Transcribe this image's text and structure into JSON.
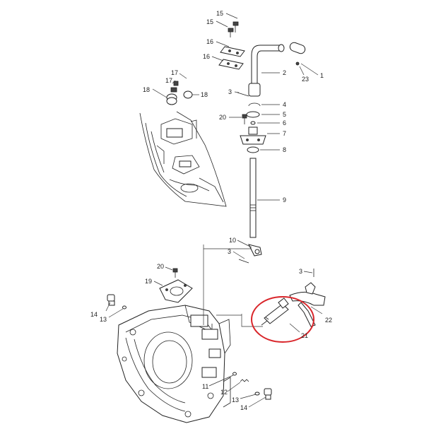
{
  "diagram": {
    "callouts": [
      {
        "id": "c15a",
        "text": "15"
      },
      {
        "id": "c15b",
        "text": "15"
      },
      {
        "id": "c16a",
        "text": "16"
      },
      {
        "id": "c16b",
        "text": "16"
      },
      {
        "id": "c2",
        "text": "2"
      },
      {
        "id": "c23",
        "text": "23"
      },
      {
        "id": "c1",
        "text": "1"
      },
      {
        "id": "c17a",
        "text": "17"
      },
      {
        "id": "c17b",
        "text": "17"
      },
      {
        "id": "c18a",
        "text": "18"
      },
      {
        "id": "c18b",
        "text": "18"
      },
      {
        "id": "c3a",
        "text": "3"
      },
      {
        "id": "c4",
        "text": "4"
      },
      {
        "id": "c20a",
        "text": "20"
      },
      {
        "id": "c5",
        "text": "5"
      },
      {
        "id": "c6",
        "text": "6"
      },
      {
        "id": "c7",
        "text": "7"
      },
      {
        "id": "c8",
        "text": "8"
      },
      {
        "id": "c9",
        "text": "9"
      },
      {
        "id": "c10",
        "text": "10"
      },
      {
        "id": "c3b",
        "text": "3"
      },
      {
        "id": "c20b",
        "text": "20"
      },
      {
        "id": "c3c",
        "text": "3"
      },
      {
        "id": "c19",
        "text": "19"
      },
      {
        "id": "c22",
        "text": "22"
      },
      {
        "id": "c14a",
        "text": "14"
      },
      {
        "id": "c13a",
        "text": "13"
      },
      {
        "id": "c21",
        "text": "21"
      },
      {
        "id": "c11",
        "text": "11"
      },
      {
        "id": "c12",
        "text": "12"
      },
      {
        "id": "c13b",
        "text": "13"
      },
      {
        "id": "c14b",
        "text": "14"
      }
    ],
    "highlight_color": "#d9262b"
  }
}
